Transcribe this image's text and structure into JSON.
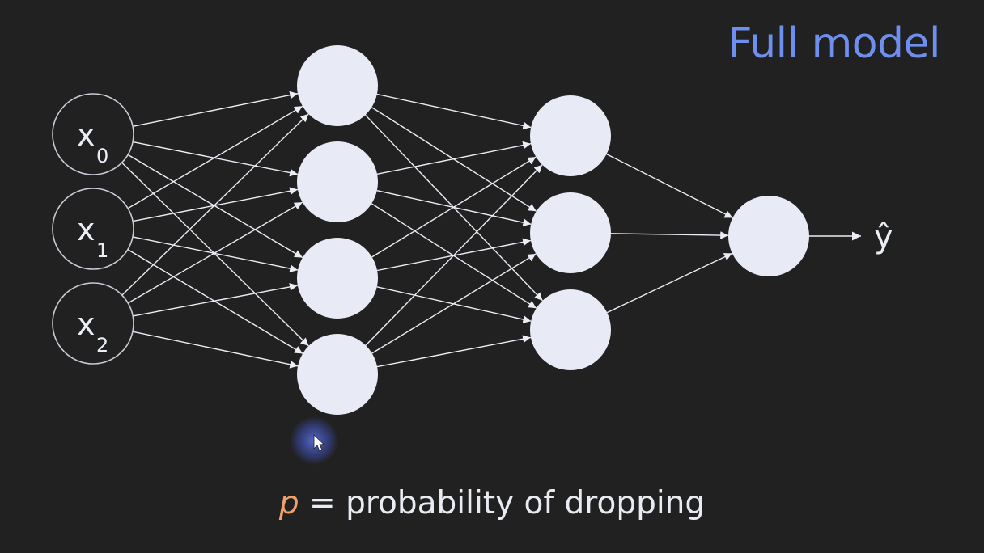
{
  "title": "Full model",
  "caption": {
    "variable": "p",
    "text": " = probability of dropping"
  },
  "network": {
    "inputs": [
      {
        "base": "x",
        "sub": "0"
      },
      {
        "base": "x",
        "sub": "1"
      },
      {
        "base": "x",
        "sub": "2"
      }
    ],
    "hidden_layer_1_units": 4,
    "hidden_layer_2_units": 3,
    "output_units": 1,
    "output_label": "ŷ"
  },
  "colors": {
    "background": "#212121",
    "node_fill": "#e8eaf6",
    "edge": "#eceef6",
    "title": "#6f8ff0",
    "variable": "#f2a06b",
    "cursor_highlight": "#3f51b5"
  },
  "icons": {
    "cursor": "mouse-pointer-icon"
  }
}
